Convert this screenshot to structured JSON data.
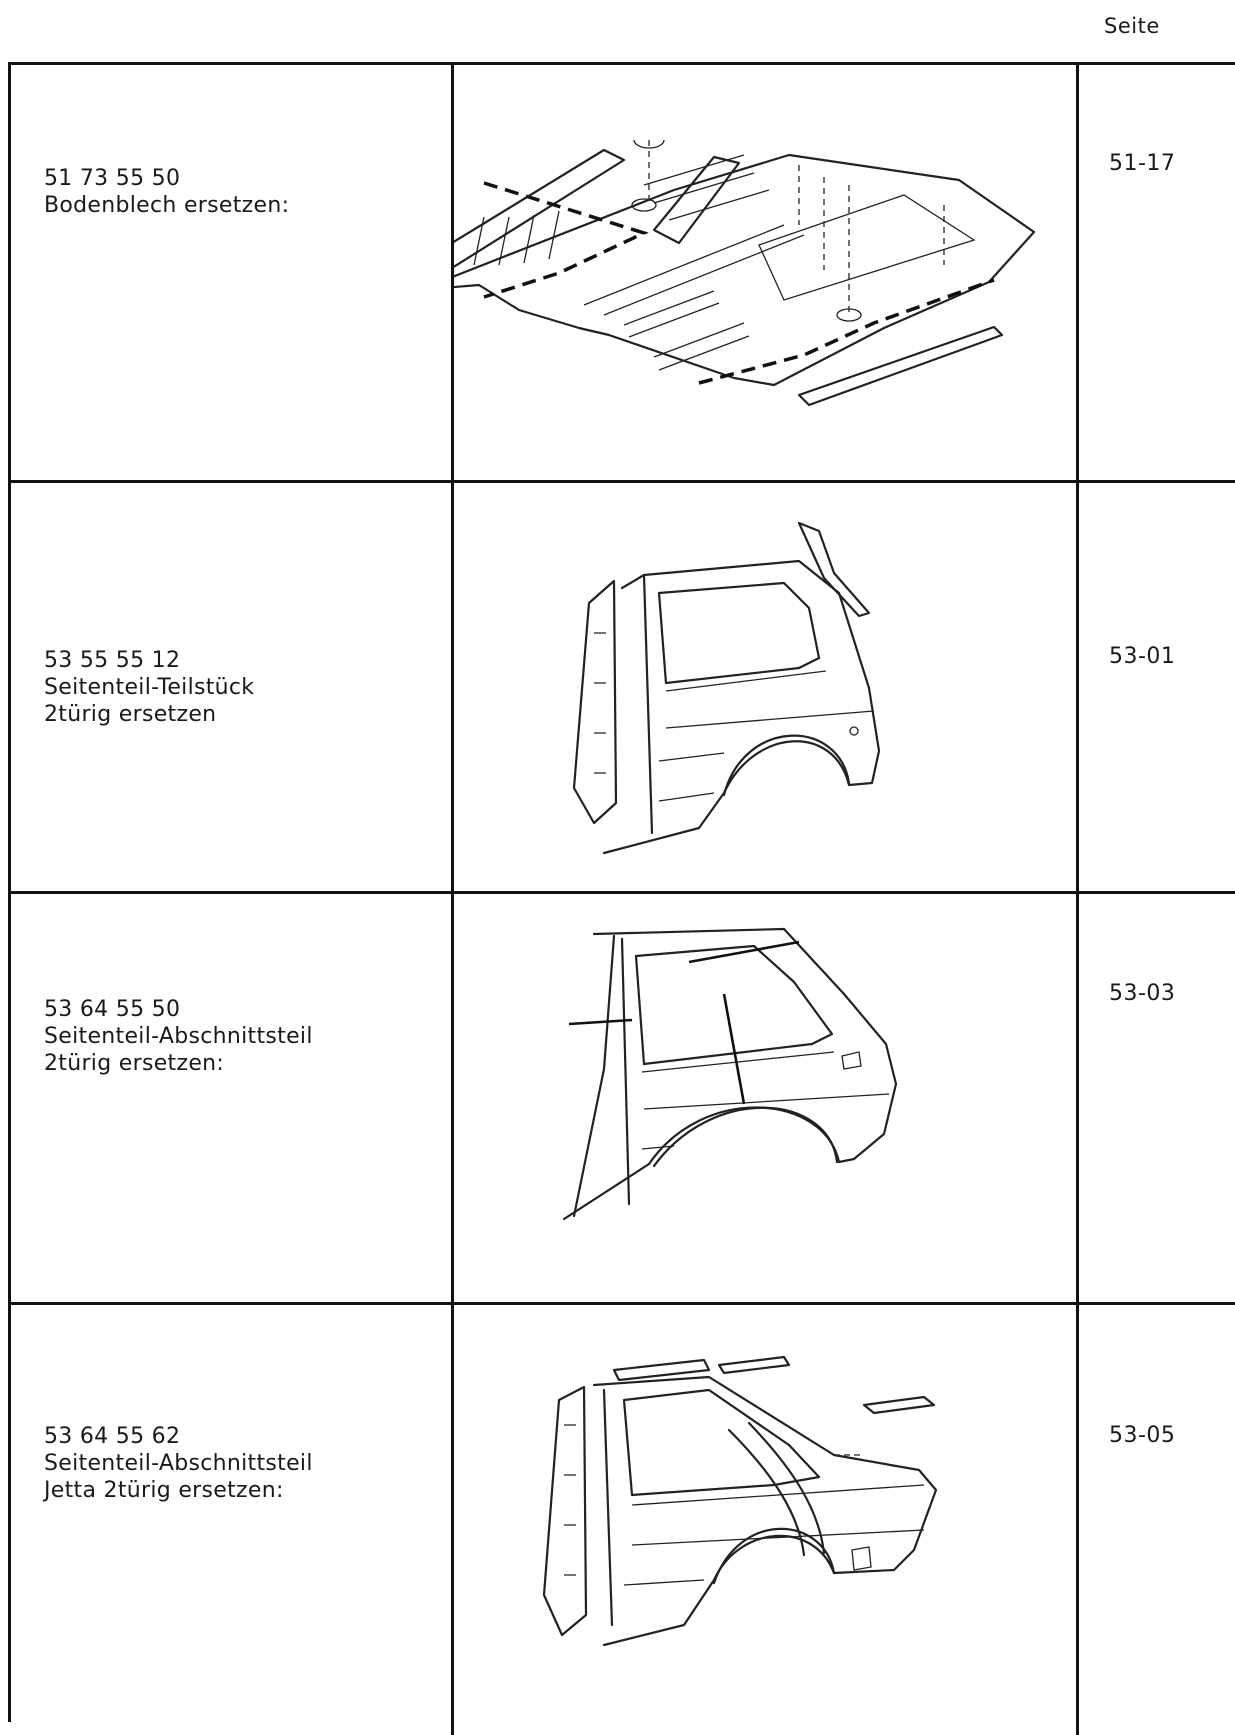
{
  "header": {
    "page_label": "Seite"
  },
  "rows": [
    {
      "code": "51 73 55 50",
      "title": "Bodenblech ersetzen:",
      "page": "51-17"
    },
    {
      "code": "53 55 55 12",
      "title": "Seitenteil-Teilstück\n2türig ersetzen",
      "page": "53-01"
    },
    {
      "code": "53 64 55 50",
      "title": "Seitenteil-Abschnittsteil\n2türig ersetzen:",
      "page": "53-03"
    },
    {
      "code": "53 64 55 62",
      "title": "Seitenteil-Abschnittsteil\nJetta 2türig ersetzen:",
      "page": "53-05"
    }
  ]
}
